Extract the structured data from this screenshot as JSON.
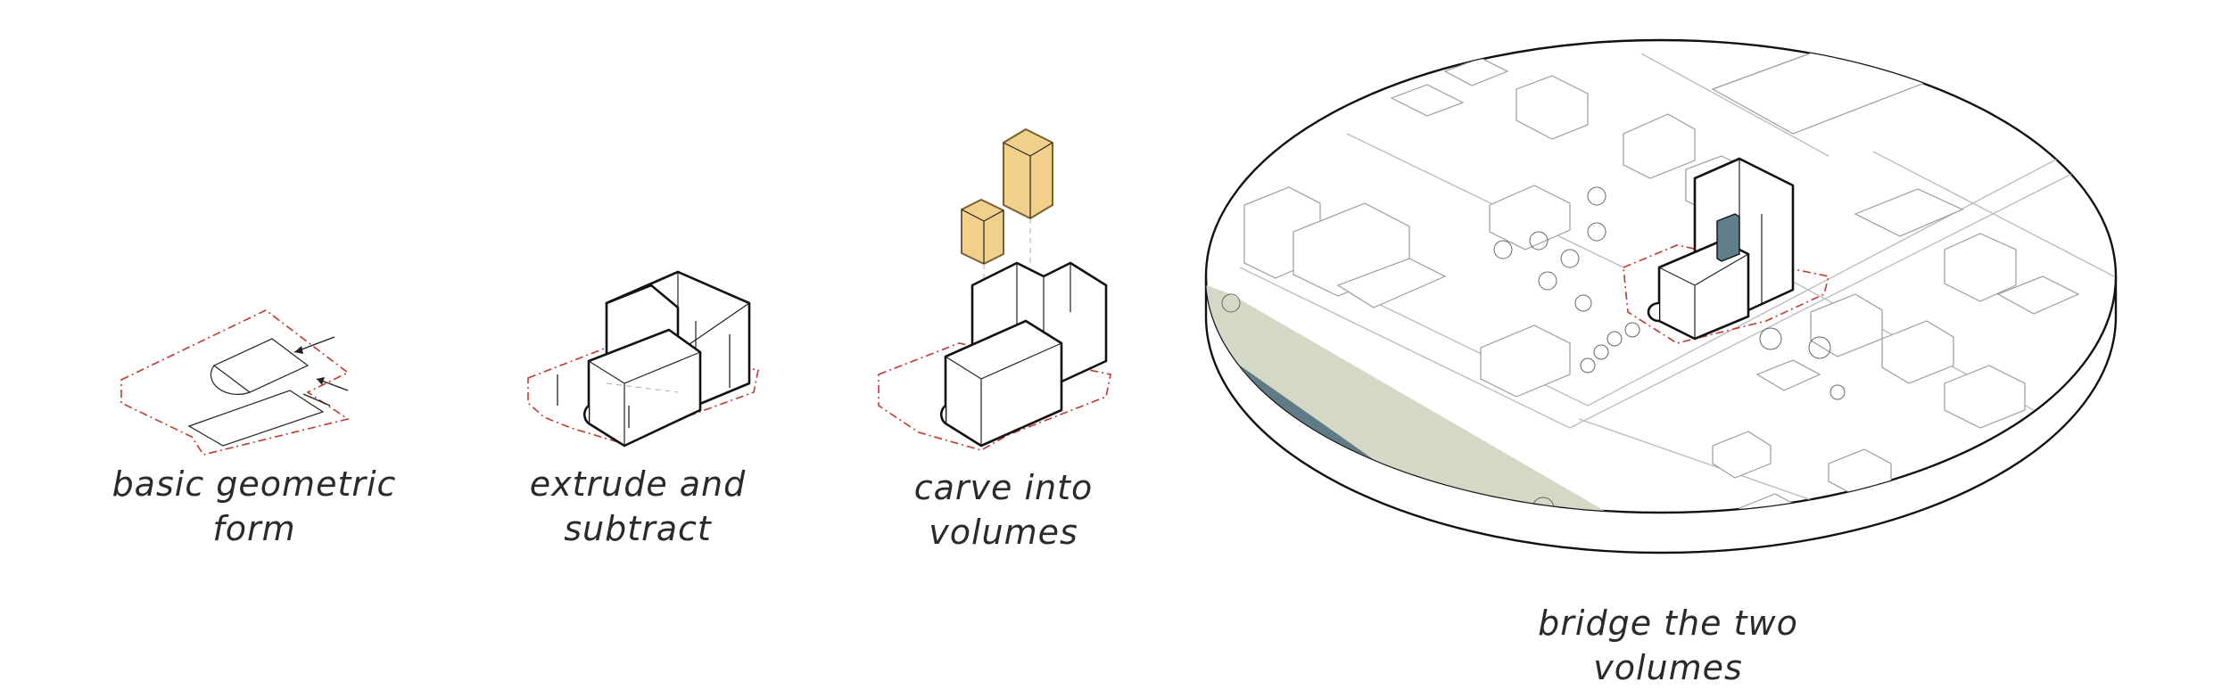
{
  "captions": {
    "step1": "basic geometric\nform",
    "step2": "extrude and\nsubtract",
    "step3": "carve into\nvolumes",
    "step4": "bridge the two volumes"
  },
  "colors": {
    "site_boundary": "#c0392b",
    "volume_fill": "#f1d08c",
    "bridge_fill": "#5f7f8c",
    "riverbank": "#d5d8c4",
    "river": "#5e7b86"
  }
}
